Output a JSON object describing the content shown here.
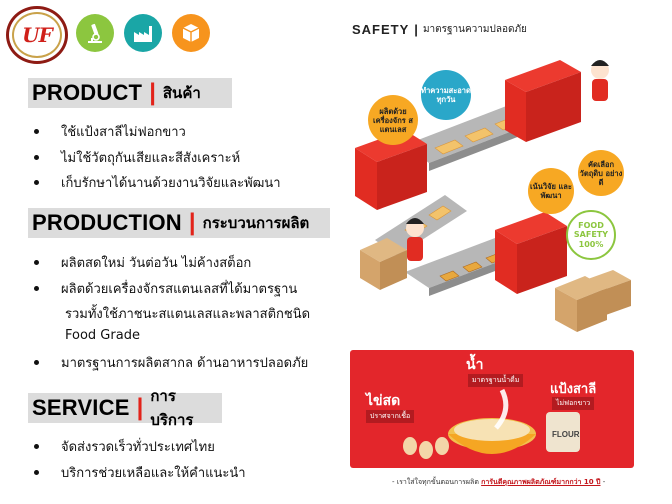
{
  "header": {
    "logo_text": "UF",
    "icons": [
      {
        "name": "microscope-icon",
        "color": "#8cc63f"
      },
      {
        "name": "factory-icon",
        "color": "#1aa6a6"
      },
      {
        "name": "box-icon",
        "color": "#f7941d"
      }
    ]
  },
  "sections": {
    "product": {
      "title_en": "PRODUCT",
      "separator": "|",
      "title_th": "สินค้า",
      "bullets": [
        "ใช้แป้งสาลีไม่ฟอกขาว",
        "ไม่ใช้วัตถุกันเสียและสีสังเคราะห์",
        "เก็บรักษาได้นานด้วยงานวิจัยและพัฒนา"
      ]
    },
    "production": {
      "title_en": "PRODUCTION",
      "separator": "|",
      "title_th": "กระบวนการผลิต",
      "bullets": [
        "ผลิตสดใหม่ วันต่อวัน ไม่ค้างสต็อก",
        "ผลิตด้วยเครื่องจักรสแตนเลสที่ได้มาตรฐาน",
        "มาตรฐานการผลิตสากล ด้านอาหารปลอดภัย"
      ],
      "continuation_1": "รวมทั้งใช้ภาชนะสแตนเลสและพลาสติกชนิด",
      "continuation_2": "Food Grade"
    },
    "service": {
      "title_en": "SERVICE",
      "separator": "|",
      "title_th": "การบริการ",
      "bullets": [
        "จัดส่งรวดเร็วทั่วประเทศไทย",
        "บริการช่วยเหลือและให้คำแนะนำ"
      ]
    }
  },
  "infographic": {
    "title": "SAFETY",
    "separator": "|",
    "subtitle": "มาตรฐานความปลอดภัย",
    "bubbles": {
      "clean": "ทำความสะอาด ทุกวัน",
      "stainless": "ผลิตด้วย เครื่องจักร สแตนเลส",
      "rnd": "เน้นวิจัย และพัฒนา",
      "select": "คัดเลือก วัตถุดิบ อย่างดี"
    },
    "seal": {
      "line1": "FOOD",
      "line2": "SAFETY",
      "line3": "100%"
    }
  },
  "banner": {
    "water_label": "น้ำ",
    "water_sub": "มาตรฐานน้ำดื่ม",
    "egg_label": "ไข่สด",
    "egg_sub": "ปราศจากเชื้อ",
    "flour_label": "แป้งสาลี",
    "flour_sub": "ไม่ฟอกขาว",
    "bag_text": "FLOUR"
  },
  "footnote": {
    "prefix": "- เราใส่ใจทุกขั้นตอนการผลิต",
    "emphasis": "การันตีคุณภาพผลิตภัณฑ์มากกว่า 10 ปี",
    "suffix": "-"
  },
  "colors": {
    "accent_red": "#e2231a",
    "heading_bg": "#dcdcdc"
  }
}
